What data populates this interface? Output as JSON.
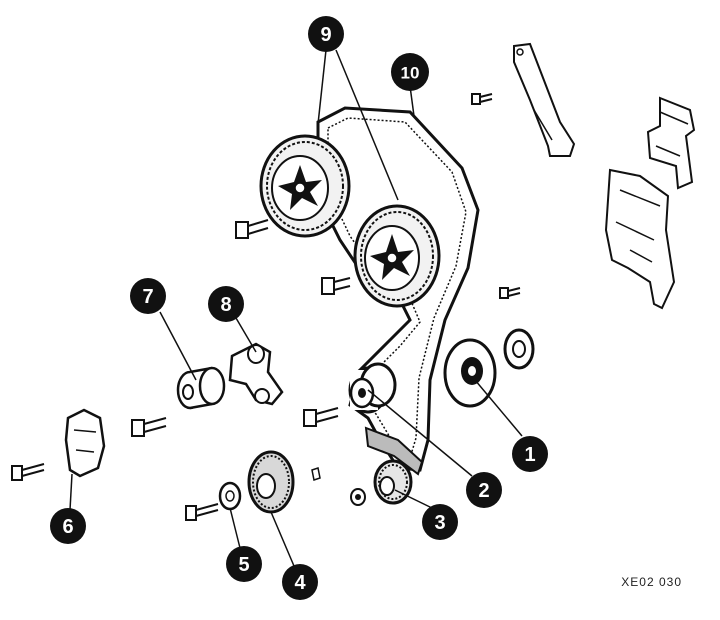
{
  "diagram": {
    "reference_code": "XE02 030",
    "callouts": [
      {
        "label": "1"
      },
      {
        "label": "2"
      },
      {
        "label": "3"
      },
      {
        "label": "4"
      },
      {
        "label": "5"
      },
      {
        "label": "6"
      },
      {
        "label": "7"
      },
      {
        "label": "8"
      },
      {
        "label": "9"
      },
      {
        "label": "10"
      }
    ]
  }
}
